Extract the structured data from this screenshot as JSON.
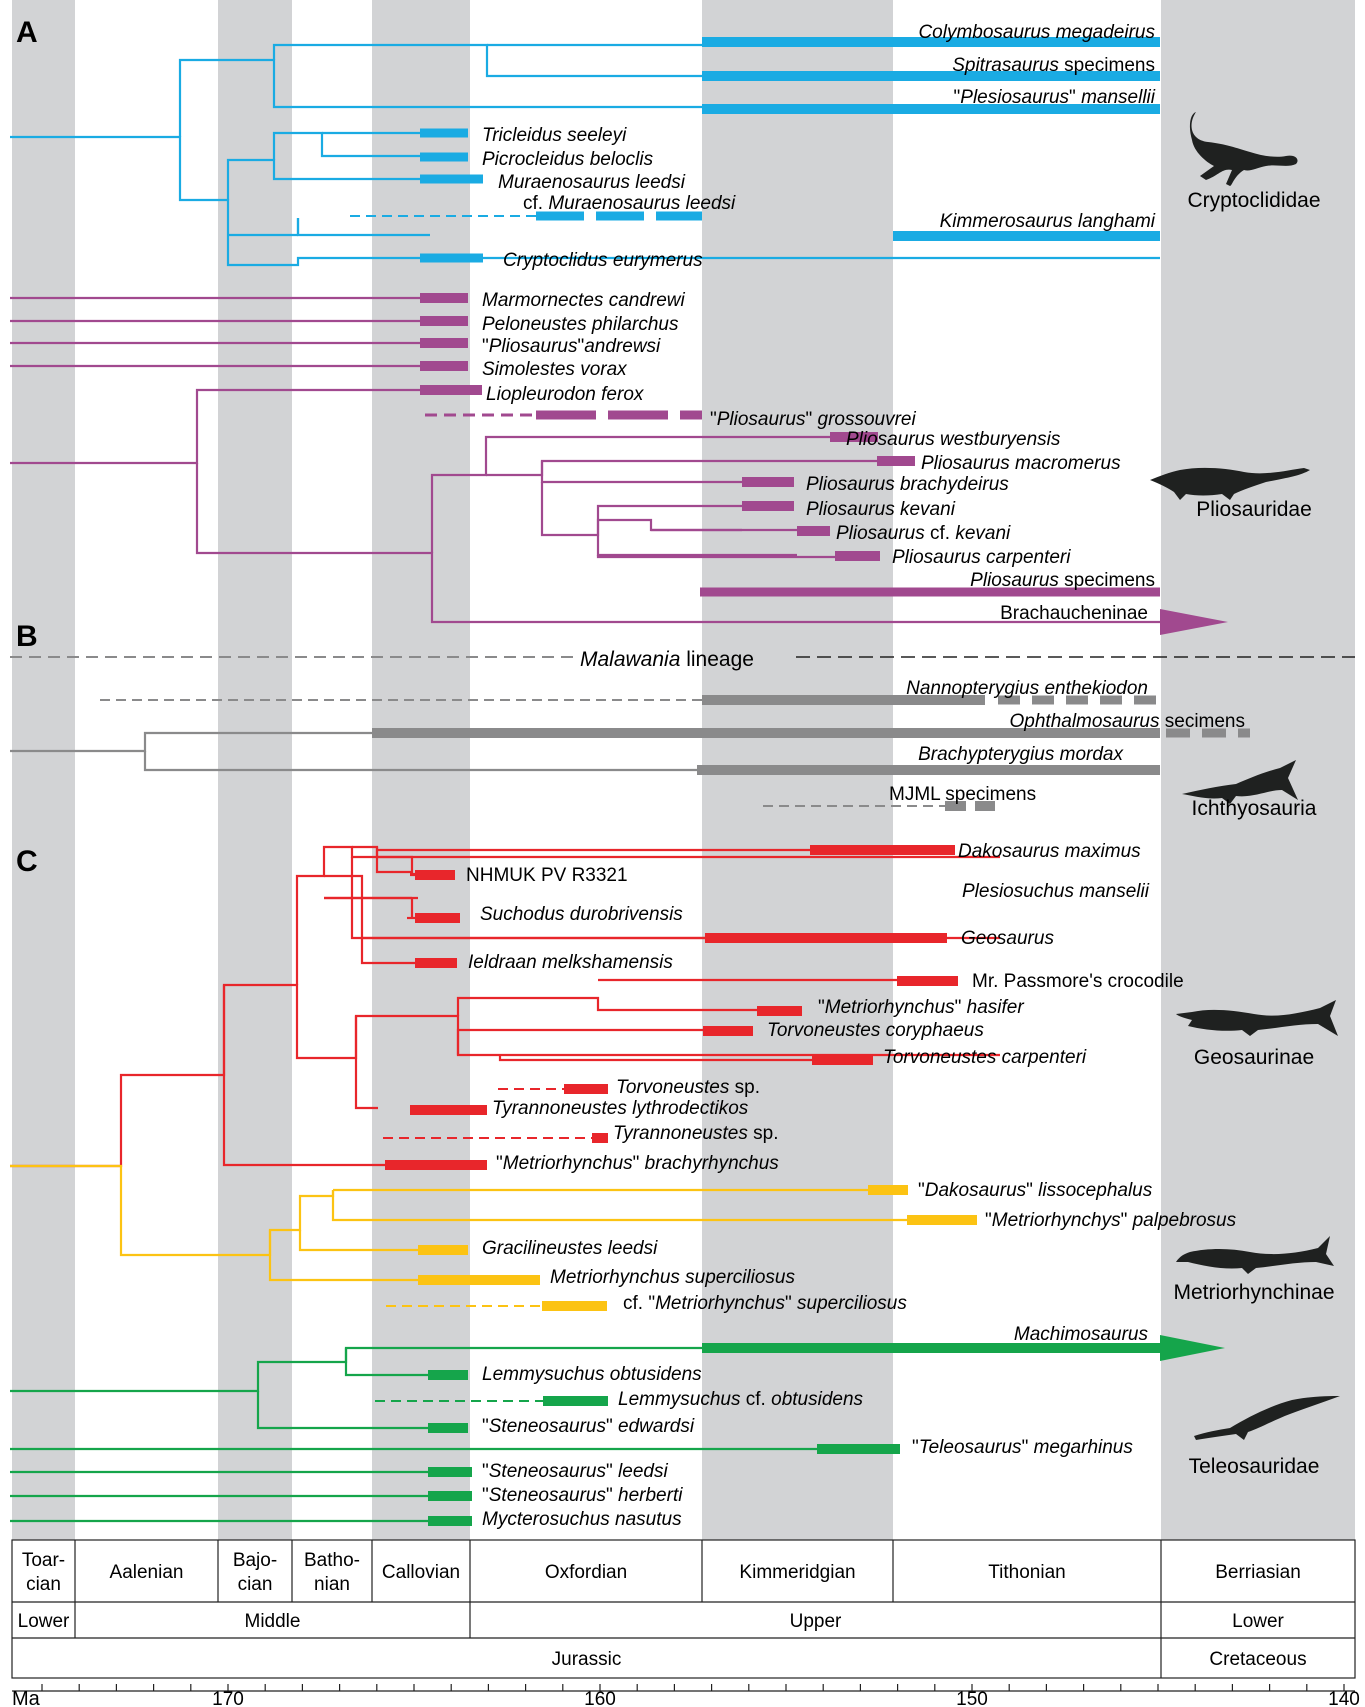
{
  "panels": {
    "a": "A",
    "b": "B",
    "c": "C"
  },
  "colors": {
    "crypto": "#1aabe3",
    "plio": "#a1498f",
    "ichthyo": "#8a8a8b",
    "geo": "#e8262b",
    "metrio": "#fcc313",
    "tele": "#15a54b",
    "band": "#d2d3d5"
  },
  "groups": {
    "crypto": "Cryptoclididae",
    "plio": "Pliosauridae",
    "ichthyo": "Ichthyosauria",
    "geo": "Geosaurinae",
    "metrio": "Metriorhynchinae",
    "tele": "Teleosauridae"
  },
  "malawania": {
    "italic": "Malawania",
    "rest": " lineage"
  },
  "taxa": [
    {
      "k": "t1",
      "it": "Colymbosaurus megadeirus",
      "rm": ""
    },
    {
      "k": "t2",
      "it": "Spitrasaurus",
      "rm": " specimens"
    },
    {
      "k": "t3",
      "q1": "\"",
      "it": "Plesiosaurus",
      "rm": "\" ",
      "it2": "mansellii"
    },
    {
      "k": "t4",
      "it": "Tricleidus seeleyi"
    },
    {
      "k": "t5",
      "it": "Picrocleidus beloclis"
    },
    {
      "k": "t6",
      "it": "Muraenosaurus leedsi"
    },
    {
      "k": "t7",
      "q1": "cf. ",
      "it": "Muraenosaurus leedsi"
    },
    {
      "k": "t8",
      "it": "Kimmerosaurus langhami"
    },
    {
      "k": "t9",
      "it": "Cryptoclidus eurymerus"
    },
    {
      "k": "t10",
      "it": "Marmornectes candrewi"
    },
    {
      "k": "t11",
      "it": "Peloneustes philarchus"
    },
    {
      "k": "t12",
      "q1": "\"",
      "it": "Pliosaurus",
      "rm": "\"",
      "it2": "andrewsi"
    },
    {
      "k": "t13",
      "it": "Simolestes vorax"
    },
    {
      "k": "t14",
      "it": "Liopleurodon ferox"
    },
    {
      "k": "t15",
      "q1": "\"",
      "it": "Pliosaurus",
      "rm": "\" ",
      "it2": "grossouvrei"
    },
    {
      "k": "t16",
      "it": "Pliosaurus westburyensis"
    },
    {
      "k": "t17",
      "it": "Pliosaurus macromerus"
    },
    {
      "k": "t18",
      "it": "Pliosaurus brachydeirus"
    },
    {
      "k": "t19",
      "it": "Pliosaurus kevani"
    },
    {
      "k": "t20",
      "it": "Pliosaurus",
      "rm": " cf. ",
      "it2": "kevani"
    },
    {
      "k": "t21",
      "it": "Pliosaurus carpenteri"
    },
    {
      "k": "t22",
      "it": "Pliosaurus",
      "rm": " specimens"
    },
    {
      "k": "t23",
      "q1": "Brachaucheninae"
    },
    {
      "k": "t24",
      "it": "Nannopterygius enthekiodon"
    },
    {
      "k": "t25",
      "it": "Ophthalmosaurus",
      "rm": " secimens"
    },
    {
      "k": "t26",
      "it": "Brachypterygius mordax"
    },
    {
      "k": "t27",
      "q1": "MJML specimens"
    },
    {
      "k": "t28",
      "it": "Dakosaurus maximus"
    },
    {
      "k": "t29",
      "q1": "NHMUK PV R3321"
    },
    {
      "k": "t30",
      "it": "Plesiosuchus manselii"
    },
    {
      "k": "t31",
      "it": "Suchodus durobrivensis"
    },
    {
      "k": "t32",
      "it": "Geosaurus"
    },
    {
      "k": "t33",
      "it": "Ieldraan melkshamensis"
    },
    {
      "k": "t34",
      "q1": "Mr. Passmore's crocodile"
    },
    {
      "k": "t35",
      "q1": "\"",
      "it": "Metriorhynchus",
      "rm": "\" ",
      "it2": "hasifer"
    },
    {
      "k": "t36",
      "it": "Torvoneustes coryphaeus"
    },
    {
      "k": "t37",
      "it": "Torvoneustes carpenteri"
    },
    {
      "k": "t38",
      "it": "Torvoneustes",
      "rm": " sp."
    },
    {
      "k": "t39",
      "it": "Tyrannoneustes lythrodectikos"
    },
    {
      "k": "t40",
      "it": "Tyrannoneustes",
      "rm": " sp."
    },
    {
      "k": "t41",
      "q1": "\"",
      "it": "Metriorhynchus",
      "rm": "\" ",
      "it2": "brachyrhynchus"
    },
    {
      "k": "t42",
      "q1": "\"",
      "it": "Dakosaurus",
      "rm": "\" ",
      "it2": "lissocephalus"
    },
    {
      "k": "t43",
      "q1": "\"",
      "it": "Metriorhynchys",
      "rm": "\" ",
      "it2": "palpebrosus"
    },
    {
      "k": "t44",
      "it": "Gracilineustes leedsi"
    },
    {
      "k": "t45",
      "it": "Metriorhynchus superciliosus"
    },
    {
      "k": "t46",
      "q1": "cf. \"",
      "it": "Metriorhynchus",
      "rm": "\" ",
      "it2": "superciliosus"
    },
    {
      "k": "t47",
      "it": "Machimosaurus"
    },
    {
      "k": "t48",
      "it": "Lemmysuchus obtusidens"
    },
    {
      "k": "t49",
      "it": "Lemmysuchus",
      "rm": " cf. ",
      "it2": "obtusidens"
    },
    {
      "k": "t50",
      "q1": "\"",
      "it": "Steneosaurus",
      "rm": "\" ",
      "it2": "edwardsi"
    },
    {
      "k": "t51",
      "q1": "\"",
      "it": "Teleosaurus",
      "rm": "\" ",
      "it2": "megarhinus"
    },
    {
      "k": "t52",
      "q1": "\"",
      "it": "Steneosaurus",
      "rm": "\" ",
      "it2": "leedsi"
    },
    {
      "k": "t53",
      "q1": "\"",
      "it": "Steneosaurus",
      "rm": "\" ",
      "it2": "herberti"
    },
    {
      "k": "t54",
      "it": "Mycterosuchus nasutus"
    }
  ],
  "stages": [
    {
      "l1": "Toar-",
      "l2": "cian"
    },
    {
      "l1": "Aalenian"
    },
    {
      "l1": "Bajo-",
      "l2": "cian"
    },
    {
      "l1": "Batho-",
      "l2": "nian"
    },
    {
      "l1": "Callovian"
    },
    {
      "l1": "Oxfordian"
    },
    {
      "l1": "Kimmeridgian"
    },
    {
      "l1": "Tithonian"
    },
    {
      "l1": "Berriasian"
    }
  ],
  "epochs": [
    "Lower",
    "Middle",
    "Upper",
    "Lower"
  ],
  "periods": [
    "Jurassic",
    "Cretaceous"
  ],
  "axis": {
    "unit": "Ma",
    "ticks": [
      "170",
      "160",
      "150",
      "140"
    ]
  }
}
